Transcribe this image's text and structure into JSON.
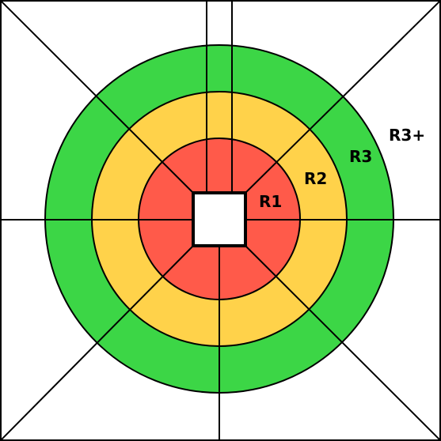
{
  "diagram": {
    "labels": {
      "r1": "R1",
      "r2": "R2",
      "r3": "R3",
      "r3_plus": "R3+"
    },
    "colors": {
      "r1": "#ff5a4a",
      "r2": "#ffd24a",
      "r3": "#3cd646",
      "outer": "#ffffff",
      "lines": "#000000",
      "center": "#ffffff"
    }
  }
}
